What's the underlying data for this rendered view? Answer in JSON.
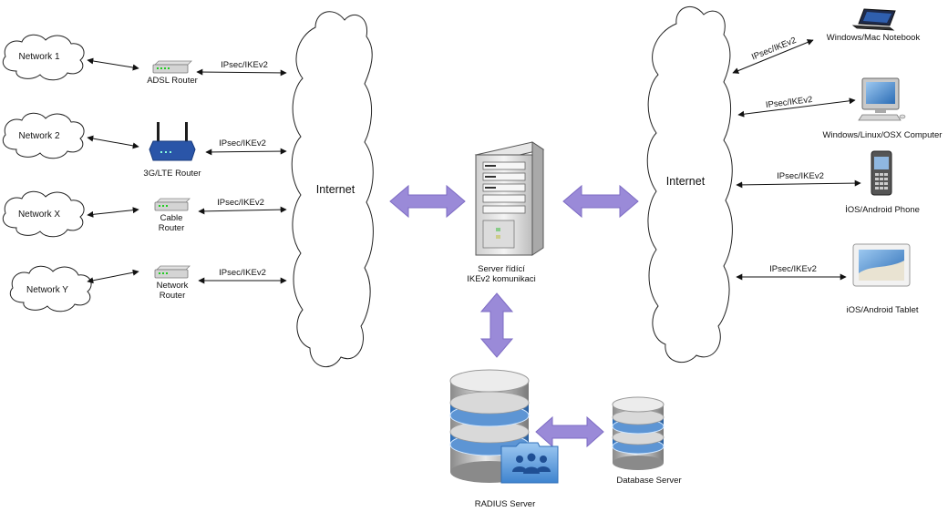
{
  "networks": [
    {
      "label": "Network 1"
    },
    {
      "label": "Network 2"
    },
    {
      "label": "Network X"
    },
    {
      "label": "Network Y"
    }
  ],
  "routers": [
    {
      "line1": "ADSL Router",
      "line2": ""
    },
    {
      "line1": "3G/LTE Router",
      "line2": ""
    },
    {
      "line1": "Cable",
      "line2": "Router"
    },
    {
      "line1": "Network",
      "line2": "Router"
    }
  ],
  "tunnel_label": "IPsec/IKEv2",
  "internet_label": "Internet",
  "server": {
    "line1": "Server řídící",
    "line2": "IKEv2 komunikaci"
  },
  "radius_label": "RADIUS Server",
  "database_label": "Database Server",
  "clients": [
    {
      "label": "Windows/Mac Notebook"
    },
    {
      "label": "Windows/Linux/OSX Computer"
    },
    {
      "label": "İOS/Android Phone"
    },
    {
      "label": "iOS/Android Tablet"
    }
  ],
  "colors": {
    "arrow": "#9a8ad8",
    "router_blue": "#2a55a8",
    "db_blue": "#4f8fd6"
  }
}
